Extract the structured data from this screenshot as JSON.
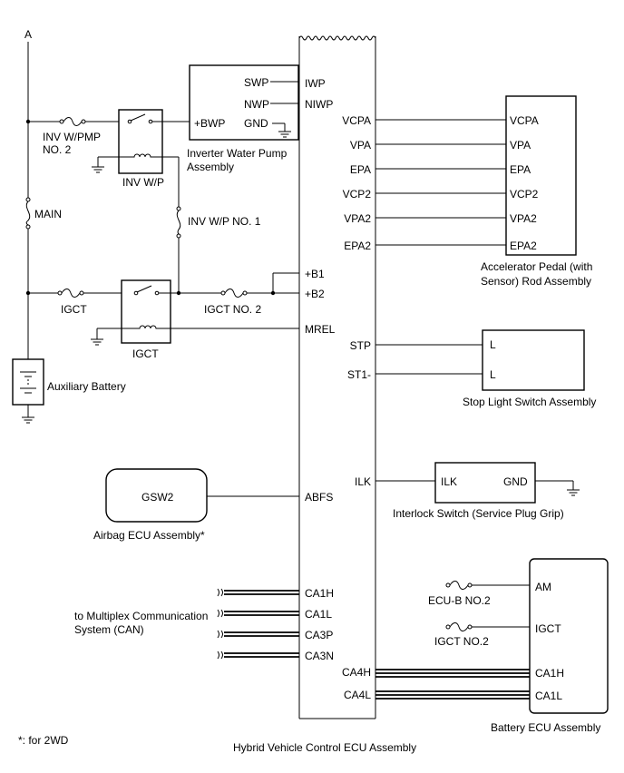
{
  "node_a": "A",
  "ecu": {
    "label": "Hybrid Vehicle Control ECU Assembly",
    "left_pins": [
      "IWP",
      "NIWP",
      "+B1",
      "+B2",
      "MREL",
      "ABFS",
      "CA1H",
      "CA1L",
      "CA3P",
      "CA3N"
    ],
    "right_pins": [
      "VCPA",
      "VPA",
      "EPA",
      "VCP2",
      "VPA2",
      "EPA2",
      "STP",
      "ST1-",
      "ILK",
      "CA4H",
      "CA4L"
    ]
  },
  "pump": {
    "label_line1": "Inverter Water Pump",
    "label_line2": "Assembly",
    "pins": [
      "SWP",
      "NWP",
      "+BWP",
      "GND"
    ]
  },
  "fuses": {
    "inv_wpmp_1": "INV W/PMP",
    "inv_wpmp_2": "NO. 2",
    "main": "MAIN",
    "inv_wp_no1": "INV W/P NO. 1",
    "igct": "IGCT",
    "igct_no2": "IGCT NO. 2",
    "ecub_no2": "ECU-B NO.2",
    "igct_no2b": "IGCT NO.2"
  },
  "relays": {
    "inv_wp": "INV W/P",
    "igct": "IGCT"
  },
  "battery": "Auxiliary Battery",
  "accel": {
    "label_line1": "Accelerator Pedal (with",
    "label_line2": "Sensor) Rod Assembly",
    "pins": [
      "VCPA",
      "VPA",
      "EPA",
      "VCP2",
      "VPA2",
      "EPA2"
    ]
  },
  "stop": {
    "label": "Stop Light Switch Assembly",
    "pins": [
      "L",
      "L"
    ]
  },
  "interlock": {
    "label": "Interlock Switch (Service Plug Grip)",
    "pins": [
      "ILK",
      "GND"
    ]
  },
  "airbag": {
    "label": "Airbag ECU Assembly*",
    "pin": "GSW2"
  },
  "can": {
    "line1": "to Multiplex Communication",
    "line2": "System (CAN)"
  },
  "battery_ecu": {
    "label": "Battery ECU Assembly",
    "pins": [
      "AM",
      "IGCT",
      "CA1H",
      "CA1L"
    ]
  },
  "footnote": "*: for 2WD"
}
